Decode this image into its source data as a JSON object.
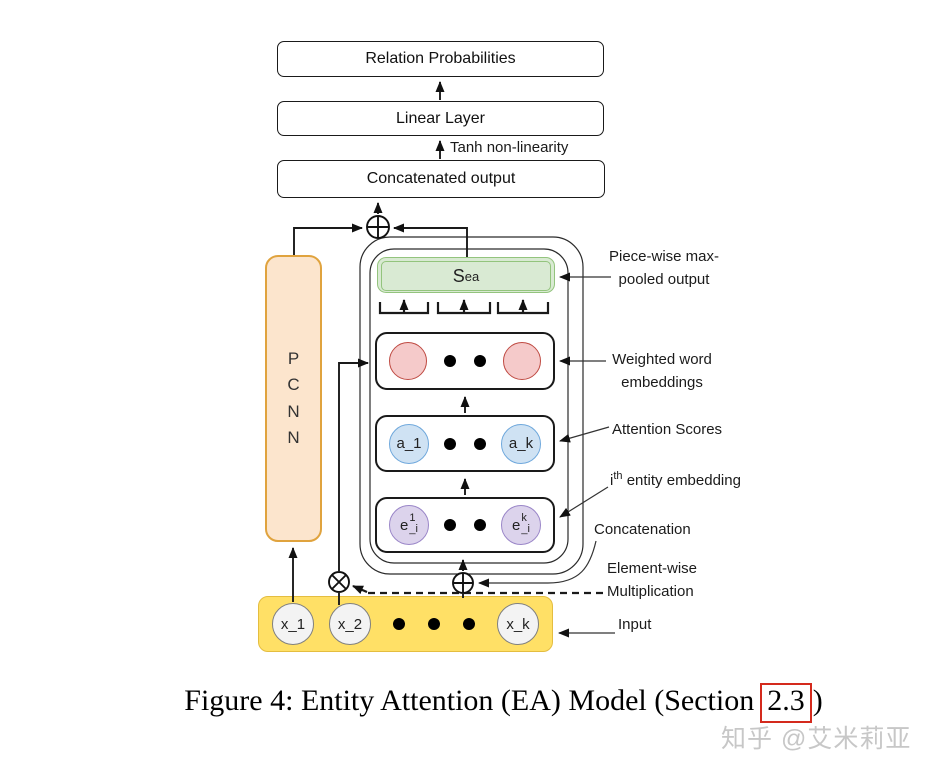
{
  "figure": {
    "top_stack": {
      "relation_probabilities": "Relation Probabilities",
      "linear_layer": "Linear Layer",
      "tanh_annotation": "Tanh non-linearity",
      "concatenated_output": "Concatenated output"
    },
    "pcnn": {
      "l1": "P",
      "l2": "C",
      "l3": "N",
      "l4": "N"
    },
    "pooled_output": {
      "symbol": "S",
      "subscript": "ea"
    },
    "attention_scores": {
      "first": "a_1",
      "last": "a_k"
    },
    "entity_embeddings": {
      "base": "e",
      "first_sup": "1",
      "last_sup": "k",
      "sub": "_i"
    },
    "input_tokens": {
      "first": "x_1",
      "second": "x_2",
      "last": "x_k"
    },
    "annotations": {
      "piecewise": "Piece-wise max-pooled output",
      "weighted": "Weighted word embeddings",
      "attention": "Attention Scores",
      "entity_prefix": "i",
      "entity_sup": "th",
      "entity_rest": "entity embedding",
      "concatenation": "Concatenation",
      "elementwise": "Element-wise Multiplication",
      "input": "Input"
    },
    "icons": {
      "concat_operator": "⊕",
      "multiply_operator": "⊗"
    }
  },
  "caption": {
    "prefix": "Figure 4: Entity Attention (EA) Model (Section",
    "section_ref": "2.3",
    "suffix": ")"
  },
  "watermark": "知乎 @艾米莉亚",
  "colors": {
    "pcnn_fill": "#fce5cd",
    "pcnn_border": "#e0a33e",
    "pooled_fill": "#d9ead3",
    "pooled_border": "#93c47d",
    "weighted_circle_fill": "#f5caca",
    "weighted_circle_border": "#bf4a42",
    "attention_circle_fill": "#cfe2f3",
    "attention_circle_border": "#6fa8dc",
    "entity_circle_fill": "#dcd3ec",
    "entity_circle_border": "#9a86c8",
    "input_fill": "#ffe066",
    "input_border": "#e4bd40",
    "token_circle_fill": "#f3f3f3",
    "token_circle_border": "#808080",
    "section_box": "#d42a1d",
    "watermark": "#c7c7c7"
  }
}
